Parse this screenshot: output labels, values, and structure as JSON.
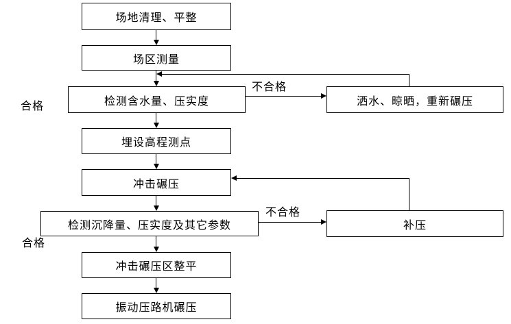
{
  "diagram": {
    "type": "flowchart",
    "language": "zh-CN",
    "colors": {
      "background": "#ffffff",
      "line": "#000000",
      "box_fill": "#ffffff",
      "text": "#000000"
    },
    "boxes": [
      {
        "id": "site-clearing",
        "label": "场地清理、平整"
      },
      {
        "id": "site-survey",
        "label": "场区测量"
      },
      {
        "id": "test-moisture-compaction",
        "label": "检测含水量、压实度"
      },
      {
        "id": "bury-elevation-points",
        "label": "埋设高程测点"
      },
      {
        "id": "impact-rolling",
        "label": "冲击碾压"
      },
      {
        "id": "test-settlement-params",
        "label": "检测沉降量、压实度及其它参数"
      },
      {
        "id": "impact-area-leveling",
        "label": "冲击碾压区整平"
      },
      {
        "id": "vibratory-roller-rolling",
        "label": "振动压路机碾压"
      },
      {
        "id": "water-dry-reroll",
        "label": "洒水、晾晒，重新碾压"
      },
      {
        "id": "supplementary-rolling",
        "label": "补压"
      }
    ],
    "edge_labels": [
      {
        "id": "qualified-1",
        "text": "合格"
      },
      {
        "id": "unqualified-1",
        "text": "不合格"
      },
      {
        "id": "qualified-2",
        "text": "合格"
      },
      {
        "id": "unqualified-2",
        "text": "不合格"
      }
    ]
  }
}
